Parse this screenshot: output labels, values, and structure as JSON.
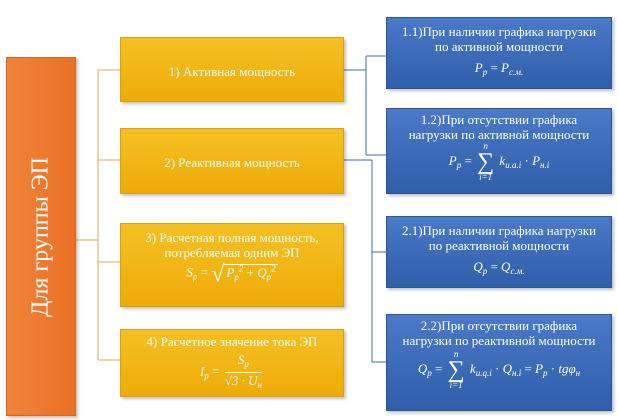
{
  "root": {
    "label": "Для группы ЭП"
  },
  "middle": [
    {
      "label": "1) Активная мощность"
    },
    {
      "label": "2) Реактивная мощность"
    },
    {
      "label1": "3) Расчетная полная мощность,",
      "label2": "потребляемая одним ЭП",
      "formula": {
        "lhs": "S",
        "lhs_sub": "р",
        "p": "P",
        "p_sub": "р",
        "p_sup": "2",
        "q": "Q",
        "q_sub": "р",
        "q_sup": "2"
      }
    },
    {
      "label": "4) Расчетное значение тока ЭП",
      "formula": {
        "lhs": "I",
        "lhs_sub": "р",
        "num": "S",
        "num_sub": "р",
        "den_pre": "√3 · U",
        "den_sub": "н"
      }
    }
  ],
  "right": [
    {
      "label1": "1.1)При наличии графика нагрузки",
      "label2": "по активной мощности",
      "formula": {
        "lhs": "P",
        "lhs_sub": "р",
        "rhs": "P",
        "rhs_sub": "с.м."
      }
    },
    {
      "label1": "1.2)При отсутствии графика",
      "label2": "нагрузки по активной мощности",
      "formula": {
        "lhs": "P",
        "lhs_sub": "р",
        "sum_top": "n",
        "sum_bot": "i=1",
        "t1": "k",
        "t1_sub": "и.а.i",
        "t2": "P",
        "t2_sub": "н.i"
      }
    },
    {
      "label1": "2.1)При наличии графика нагрузки",
      "label2": "по реактивной мощности",
      "formula": {
        "lhs": "Q",
        "lhs_sub": "р",
        "rhs": "Q",
        "rhs_sub": "с.м."
      }
    },
    {
      "label1": "2.2)При отсутствии графика",
      "label2": "нагрузки по реактивной мощности",
      "formula": {
        "lhs": "Q",
        "lhs_sub": "р",
        "sum_top": "n",
        "sum_bot": "i=1",
        "t1": "k",
        "t1_sub": "и.q.i",
        "t2": "Q",
        "t2_sub": "н.i",
        "t3": "P",
        "t3_sub": "р",
        "t4": "tgφ",
        "t4_sub": "н"
      }
    }
  ],
  "colors": {
    "root": "#ec7a2c",
    "middle": "#f2b416",
    "right": "#3b6cbb",
    "connector_orange": "#f0a64a",
    "connector_blue": "#3a6cb5"
  }
}
